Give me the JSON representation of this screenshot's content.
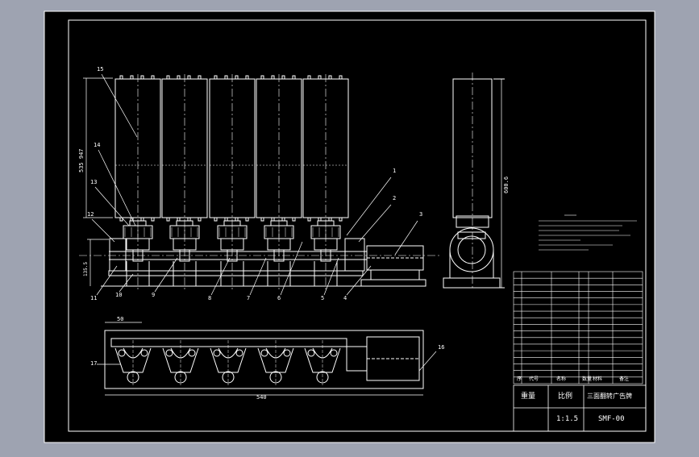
{
  "drawing": {
    "balloons": [
      "1",
      "2",
      "3",
      "4",
      "5",
      "6",
      "7",
      "8",
      "9",
      "10",
      "11",
      "12",
      "13",
      "14",
      "15",
      "16",
      "17"
    ],
    "dimensions": {
      "overall_height": "535 947",
      "base_height": "135.5",
      "side_height": "600.6",
      "pitch": "50",
      "total_length": "540"
    },
    "title_block": {
      "weight_label": "重量",
      "scale_label": "比例",
      "name": "三面翻转广告牌",
      "scale": "1:1.5",
      "code": "SMF-00"
    },
    "parts_header": [
      "序",
      "代号",
      "名称",
      "数量",
      "材料",
      "备注"
    ]
  },
  "colors": {
    "background": "#9ea3b1",
    "paper": "#000000",
    "lines": "#ffffff"
  }
}
